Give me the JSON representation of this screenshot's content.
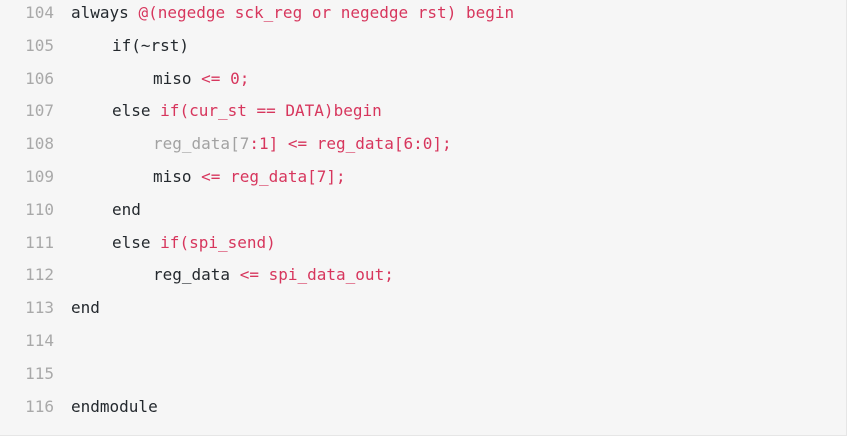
{
  "colors": {
    "background": "#f6f6f6",
    "line_number": "#a9a9a9",
    "text": "#24292e",
    "keyword": "#d7365d",
    "muted": "#a2a2a2"
  },
  "lines": [
    {
      "number": "104",
      "indent": 0,
      "tokens": [
        {
          "text": "always ",
          "style": "default"
        },
        {
          "text": "@(negedge sck_reg or negedge rst) begin",
          "style": "keyword"
        }
      ]
    },
    {
      "number": "105",
      "indent": 1,
      "tokens": [
        {
          "text": "if(~rst)",
          "style": "default"
        }
      ]
    },
    {
      "number": "106",
      "indent": 2,
      "tokens": [
        {
          "text": "miso ",
          "style": "default"
        },
        {
          "text": "<= 0;",
          "style": "keyword"
        }
      ]
    },
    {
      "number": "107",
      "indent": 1,
      "tokens": [
        {
          "text": "else ",
          "style": "default"
        },
        {
          "text": "if(cur_st == DATA)begin",
          "style": "keyword"
        }
      ]
    },
    {
      "number": "108",
      "indent": 2,
      "tokens": [
        {
          "text": "reg_data[7",
          "style": "muted"
        },
        {
          "text": ":1] <= reg_data[6:0];",
          "style": "keyword"
        }
      ]
    },
    {
      "number": "109",
      "indent": 2,
      "tokens": [
        {
          "text": "miso ",
          "style": "default"
        },
        {
          "text": "<= reg_data[7];",
          "style": "keyword"
        }
      ]
    },
    {
      "number": "110",
      "indent": 1,
      "tokens": [
        {
          "text": "end",
          "style": "default"
        }
      ]
    },
    {
      "number": "111",
      "indent": 1,
      "tokens": [
        {
          "text": "else ",
          "style": "default"
        },
        {
          "text": "if(spi_send)",
          "style": "keyword"
        }
      ]
    },
    {
      "number": "112",
      "indent": 2,
      "tokens": [
        {
          "text": "reg_data ",
          "style": "default"
        },
        {
          "text": "<= spi_data_out;",
          "style": "keyword"
        }
      ]
    },
    {
      "number": "113",
      "indent": 0,
      "tokens": [
        {
          "text": "end",
          "style": "default"
        }
      ]
    },
    {
      "number": "114",
      "indent": 0,
      "tokens": []
    },
    {
      "number": "115",
      "indent": 0,
      "tokens": []
    },
    {
      "number": "116",
      "indent": 0,
      "tokens": [
        {
          "text": "endmodule",
          "style": "default"
        }
      ]
    }
  ]
}
